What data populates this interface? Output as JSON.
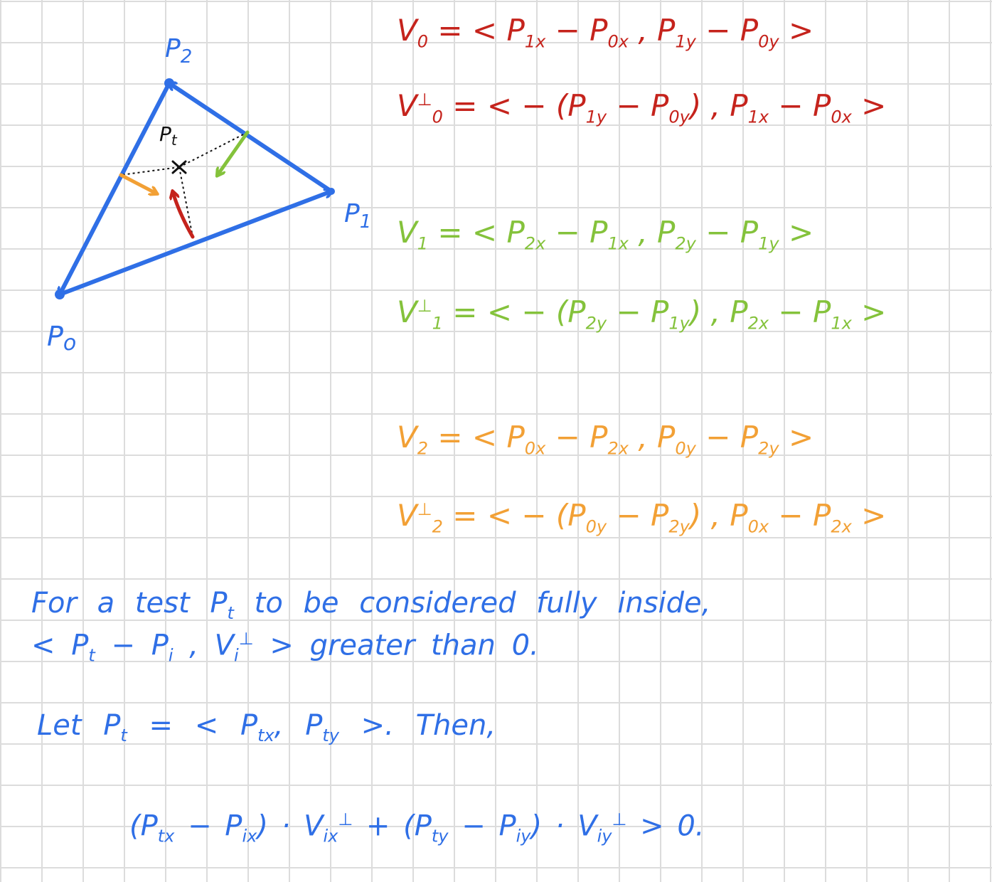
{
  "colors": {
    "grid": "#dcdcdc",
    "triangle": "#2f6fe6",
    "v0": "#c5231c",
    "v1": "#84c23b",
    "v2": "#f2a035",
    "text": "#2f6fe6",
    "point": "#111111"
  },
  "diagram": {
    "p0": "P",
    "p0_sub": "o",
    "p1": "P",
    "p1_sub": "1",
    "p2": "P",
    "p2_sub": "2",
    "pt": "P",
    "pt_sub": "t"
  },
  "equations": {
    "v0": {
      "lhs": "V",
      "lhs_sub": "0",
      "rhs": "= < P<sub>1x</sub> − P<sub>0x</sub> , P<sub>1y</sub> − P<sub>0y</sub> >"
    },
    "v0_perp": {
      "lhs": "V",
      "lhs_sub": "0",
      "lhs_sup": "⊥",
      "rhs": "= < − (P<sub>1y</sub> − P<sub>0y</sub>) , P<sub>1x</sub> − P<sub>0x</sub> >"
    },
    "v1": {
      "lhs": "V",
      "lhs_sub": "1",
      "rhs": "= < P<sub>2x</sub> − P<sub>1x</sub> , P<sub>2y</sub> − P<sub>1y</sub> >"
    },
    "v1_perp": {
      "lhs": "V",
      "lhs_sub": "1",
      "lhs_sup": "⊥",
      "rhs": "= < − (P<sub>2y</sub> − P<sub>1y</sub>) , P<sub>2x</sub> − P<sub>1x</sub> >"
    },
    "v2": {
      "lhs": "V",
      "lhs_sub": "2",
      "rhs": "= < P<sub>0x</sub> − P<sub>2x</sub> , P<sub>0y</sub> − P<sub>2y</sub> >"
    },
    "v2_perp": {
      "lhs": "V",
      "lhs_sub": "2",
      "lhs_sup": "⊥",
      "rhs": "= < − (P<sub>0y</sub> − P<sub>2y</sub>) , P<sub>0x</sub> − P<sub>2x</sub> >"
    }
  },
  "text": {
    "line1": "For a test P<sub>t</sub> to be considered fully inside,",
    "line2": "< P<sub>t</sub> − P<sub>i</sub> , V<sub>i</sub><sup>⊥</sup> > greater than 0.",
    "line3": "Let P<sub>t</sub> = < P<sub>tx</sub>, P<sub>ty</sub> >. Then,",
    "line4": "(P<sub>tx</sub> − P<sub>ix</sub>) · V<sub>ix</sub><sup>⊥</sup> + (P<sub>ty</sub> − P<sub>iy</sub>) · V<sub>iy</sub><sup>⊥</sup> > 0."
  }
}
